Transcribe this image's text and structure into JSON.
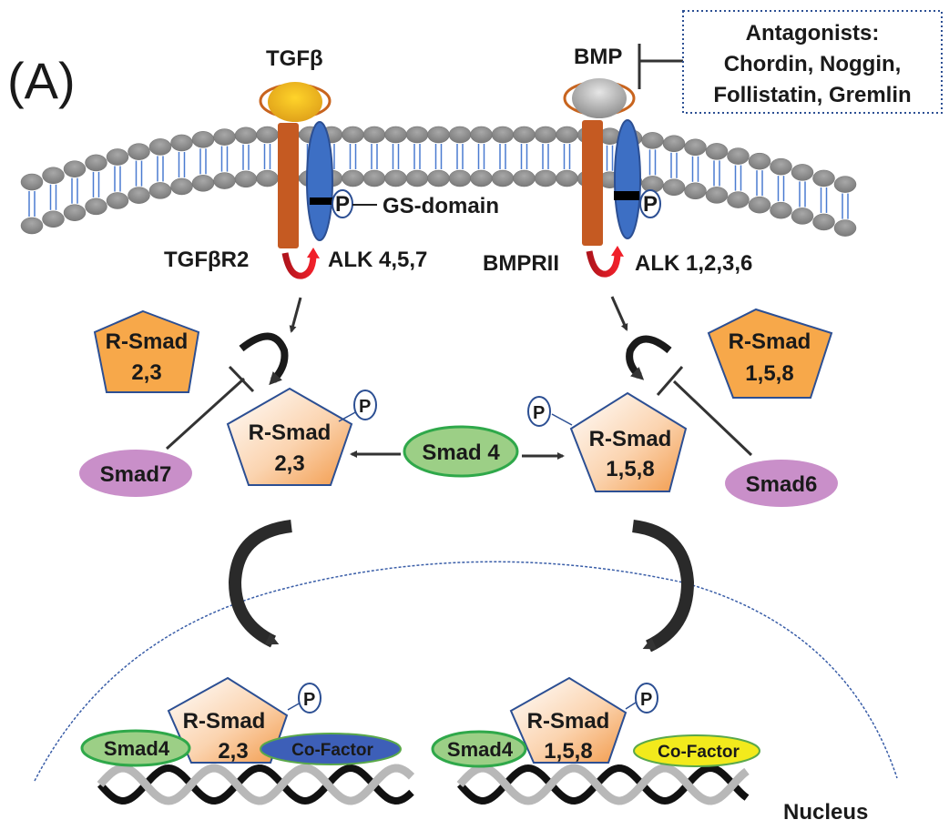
{
  "panel_label": "(A)",
  "ligands": {
    "left": {
      "label": "TGFβ",
      "color": "#f2b21b"
    },
    "right": {
      "label": "BMP",
      "color": "#a8a8a8"
    }
  },
  "antagonists": {
    "title": "Antagonists:",
    "line1": "Chordin, Noggin,",
    "line2": "Follistatin, Gremlin"
  },
  "receptors": {
    "left": {
      "type2": "TGFβR2",
      "type1": "ALK 4,5,7"
    },
    "right": {
      "type2": "BMPRII",
      "type1": "ALK 1,2,3,6"
    },
    "gs_domain_label": "GS-domain",
    "type2_color": "#c55a22",
    "type1_color": "#3d6fc4"
  },
  "phospho_label": "P",
  "cytoplasm": {
    "left_inactive": {
      "line1": "R-Smad",
      "line2": "2,3"
    },
    "right_inactive": {
      "line1": "R-Smad",
      "line2": "1,5,8"
    },
    "left_active": {
      "line1": "R-Smad",
      "line2": "2,3"
    },
    "right_active": {
      "line1": "R-Smad",
      "line2": "1,5,8"
    },
    "smad4": "Smad 4",
    "smad7": "Smad7",
    "smad6": "Smad6"
  },
  "nucleus": {
    "label": "Nucleus",
    "left_complex": {
      "smad4": "Smad4",
      "rsmad_line1": "R-Smad",
      "rsmad_line2": "2,3",
      "cofactor": "Co-Factor",
      "cofactor_color": "#3d5fb8"
    },
    "right_complex": {
      "smad4": "Smad4",
      "rsmad_line1": "R-Smad",
      "rsmad_line2": "1,5,8",
      "cofactor": "Co-Factor",
      "cofactor_color": "#f2ea1c"
    }
  },
  "colors": {
    "smad_orange": "#f7a84a",
    "smad_outline": "#2c4f93",
    "smad4_green": "#9ccf86",
    "smad4_outline": "#2fa84a",
    "inhibitory_purple": "#c98fc9",
    "membrane_gray": "#8f8f8f",
    "nuclear_membrane": "#3a5ea8"
  }
}
